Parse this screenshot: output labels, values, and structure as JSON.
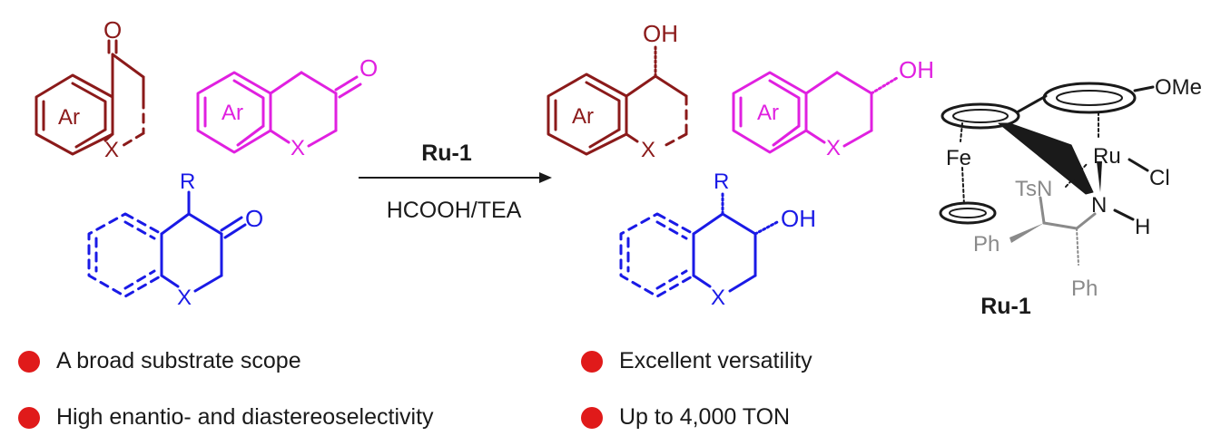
{
  "colors": {
    "ketone_aryl": "#8b1a1a",
    "ketone_chromanone": "#e020e0",
    "ketone_substituted": "#1a1ae6",
    "catalyst": "#8a8a8a",
    "text": "#1a1a1a",
    "bullet": "#e01a1a"
  },
  "reaction": {
    "catalyst": "Ru-1",
    "conditions": "HCOOH/TEA"
  },
  "substrates": {
    "s1": {
      "ring_label": "Ar",
      "carbonyl": "O",
      "heteroatom": "X"
    },
    "s2": {
      "ring_label": "Ar",
      "carbonyl": "O",
      "heteroatom": "X"
    },
    "s3": {
      "substituent": "R",
      "carbonyl": "O",
      "heteroatom": "X"
    }
  },
  "products": {
    "p1": {
      "ring_label": "Ar",
      "alcohol": "OH",
      "heteroatom": "X"
    },
    "p2": {
      "ring_label": "Ar",
      "alcohol": "OH",
      "heteroatom": "X"
    },
    "p3": {
      "substituent": "R",
      "alcohol": "OH",
      "heteroatom": "X"
    }
  },
  "catalyst_structure": {
    "label": "Ru-1",
    "atoms": {
      "fe": "Fe",
      "ru": "Ru",
      "cl": "Cl",
      "n": "N",
      "h": "H",
      "tsn": "TsN",
      "ome": "OMe",
      "ph1": "Ph",
      "ph2": "Ph"
    }
  },
  "highlights": [
    {
      "text": "A broad substrate scope"
    },
    {
      "text": "High enantio- and diastereoselectivity"
    },
    {
      "text": "Excellent versatility"
    },
    {
      "text": "Up to 4,000 TON"
    }
  ]
}
